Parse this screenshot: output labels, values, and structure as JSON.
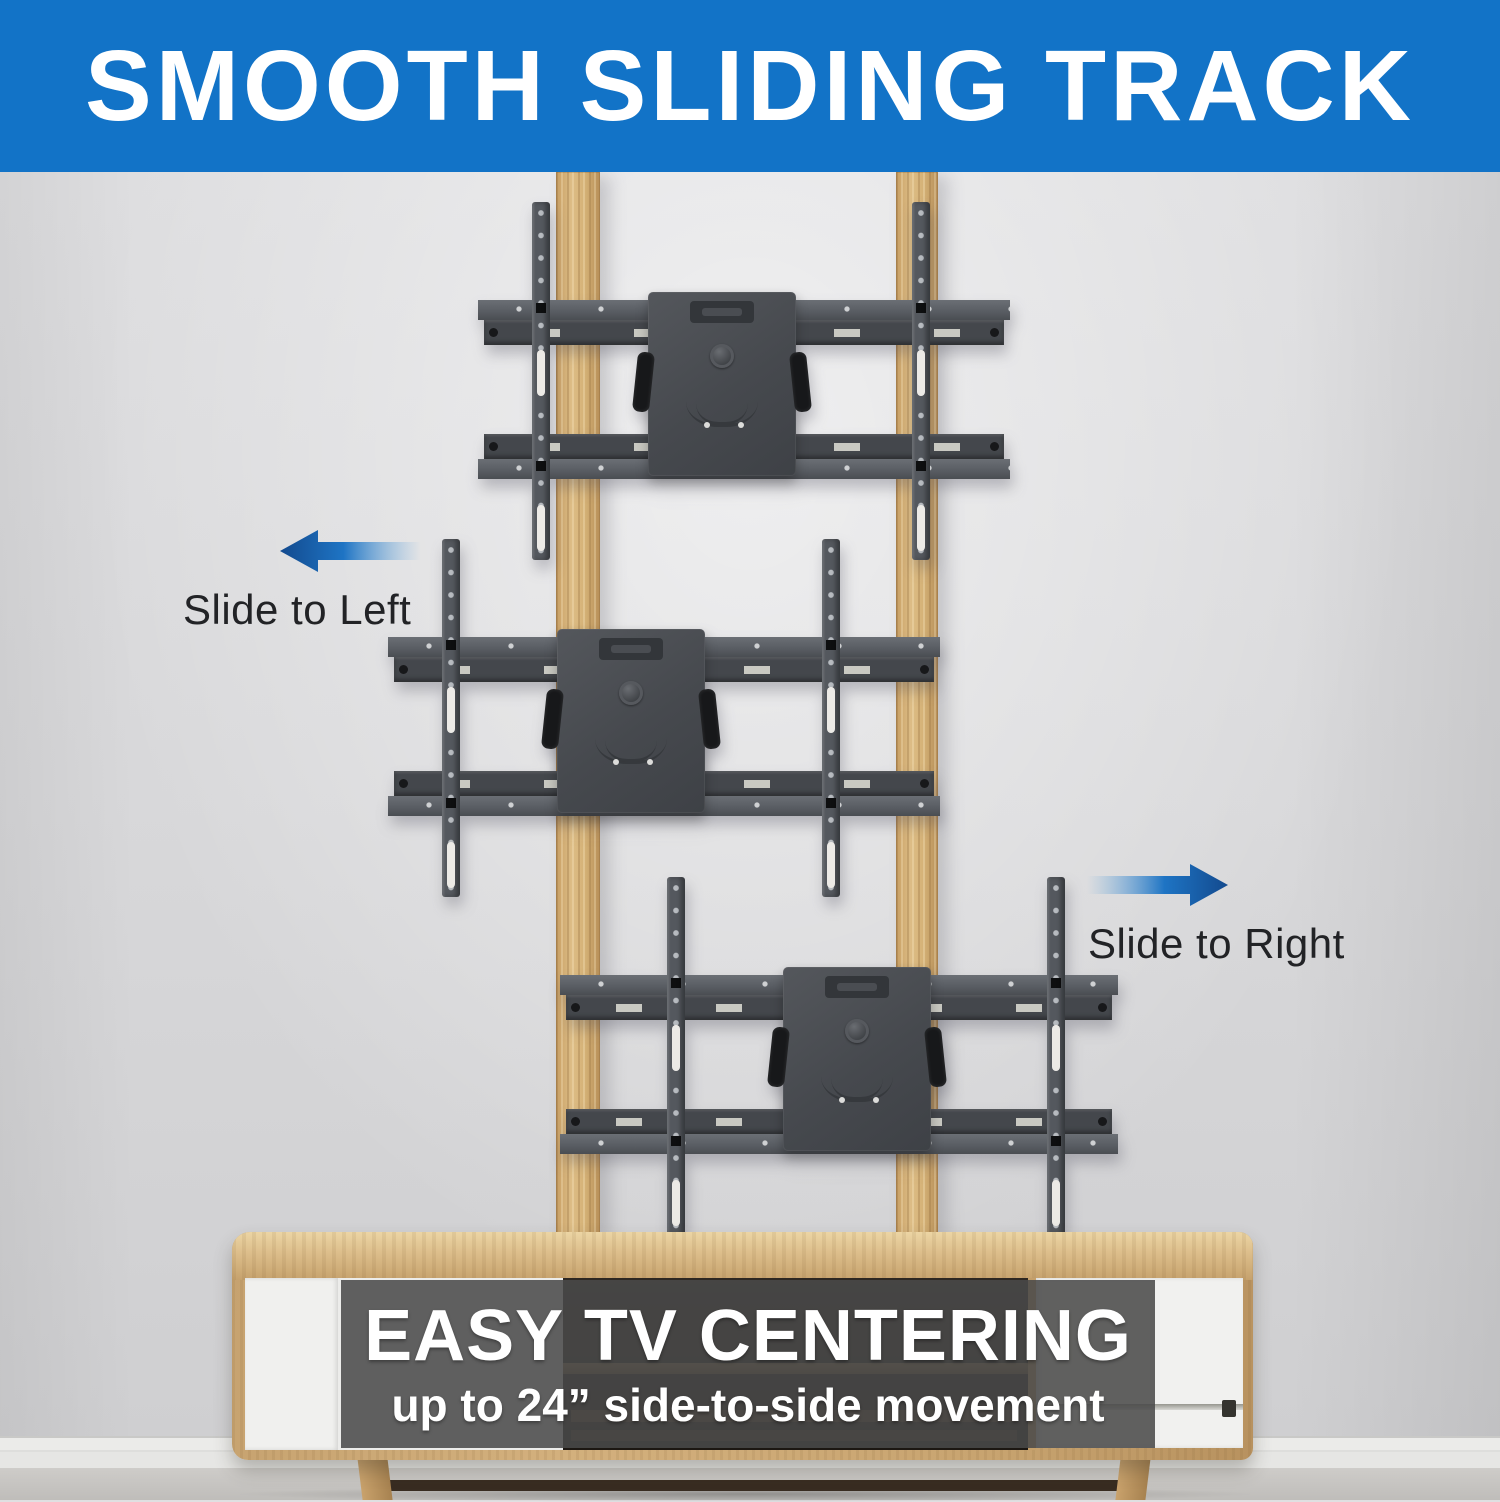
{
  "banner": {
    "title": "SMOOTH SLIDING TRACK",
    "bg_color": "#1273c7",
    "text_color": "#ffffff"
  },
  "annotations": {
    "slide_left": {
      "label": "Slide to Left",
      "arrow_direction": "left"
    },
    "slide_right": {
      "label": "Slide to Right",
      "arrow_direction": "right"
    },
    "arrow_color_dark": "#134a8e",
    "arrow_color_mid": "#1e74c4",
    "label_color": "#222326"
  },
  "footer": {
    "title": "EASY TV CENTERING",
    "subtitle": "up to 24” side-to-side movement",
    "overlay_color": "rgba(73,73,73,0.87)",
    "text_color": "#ffffff"
  },
  "scene": {
    "wall_color": "#d8d8da",
    "stud_color": "#d5b277",
    "mount_color": "#54585e",
    "carriage_color": "#46494e",
    "mounts": [
      {
        "name": "mount-position-centered"
      },
      {
        "name": "mount-position-slid-left"
      },
      {
        "name": "mount-position-slid-right"
      }
    ]
  }
}
